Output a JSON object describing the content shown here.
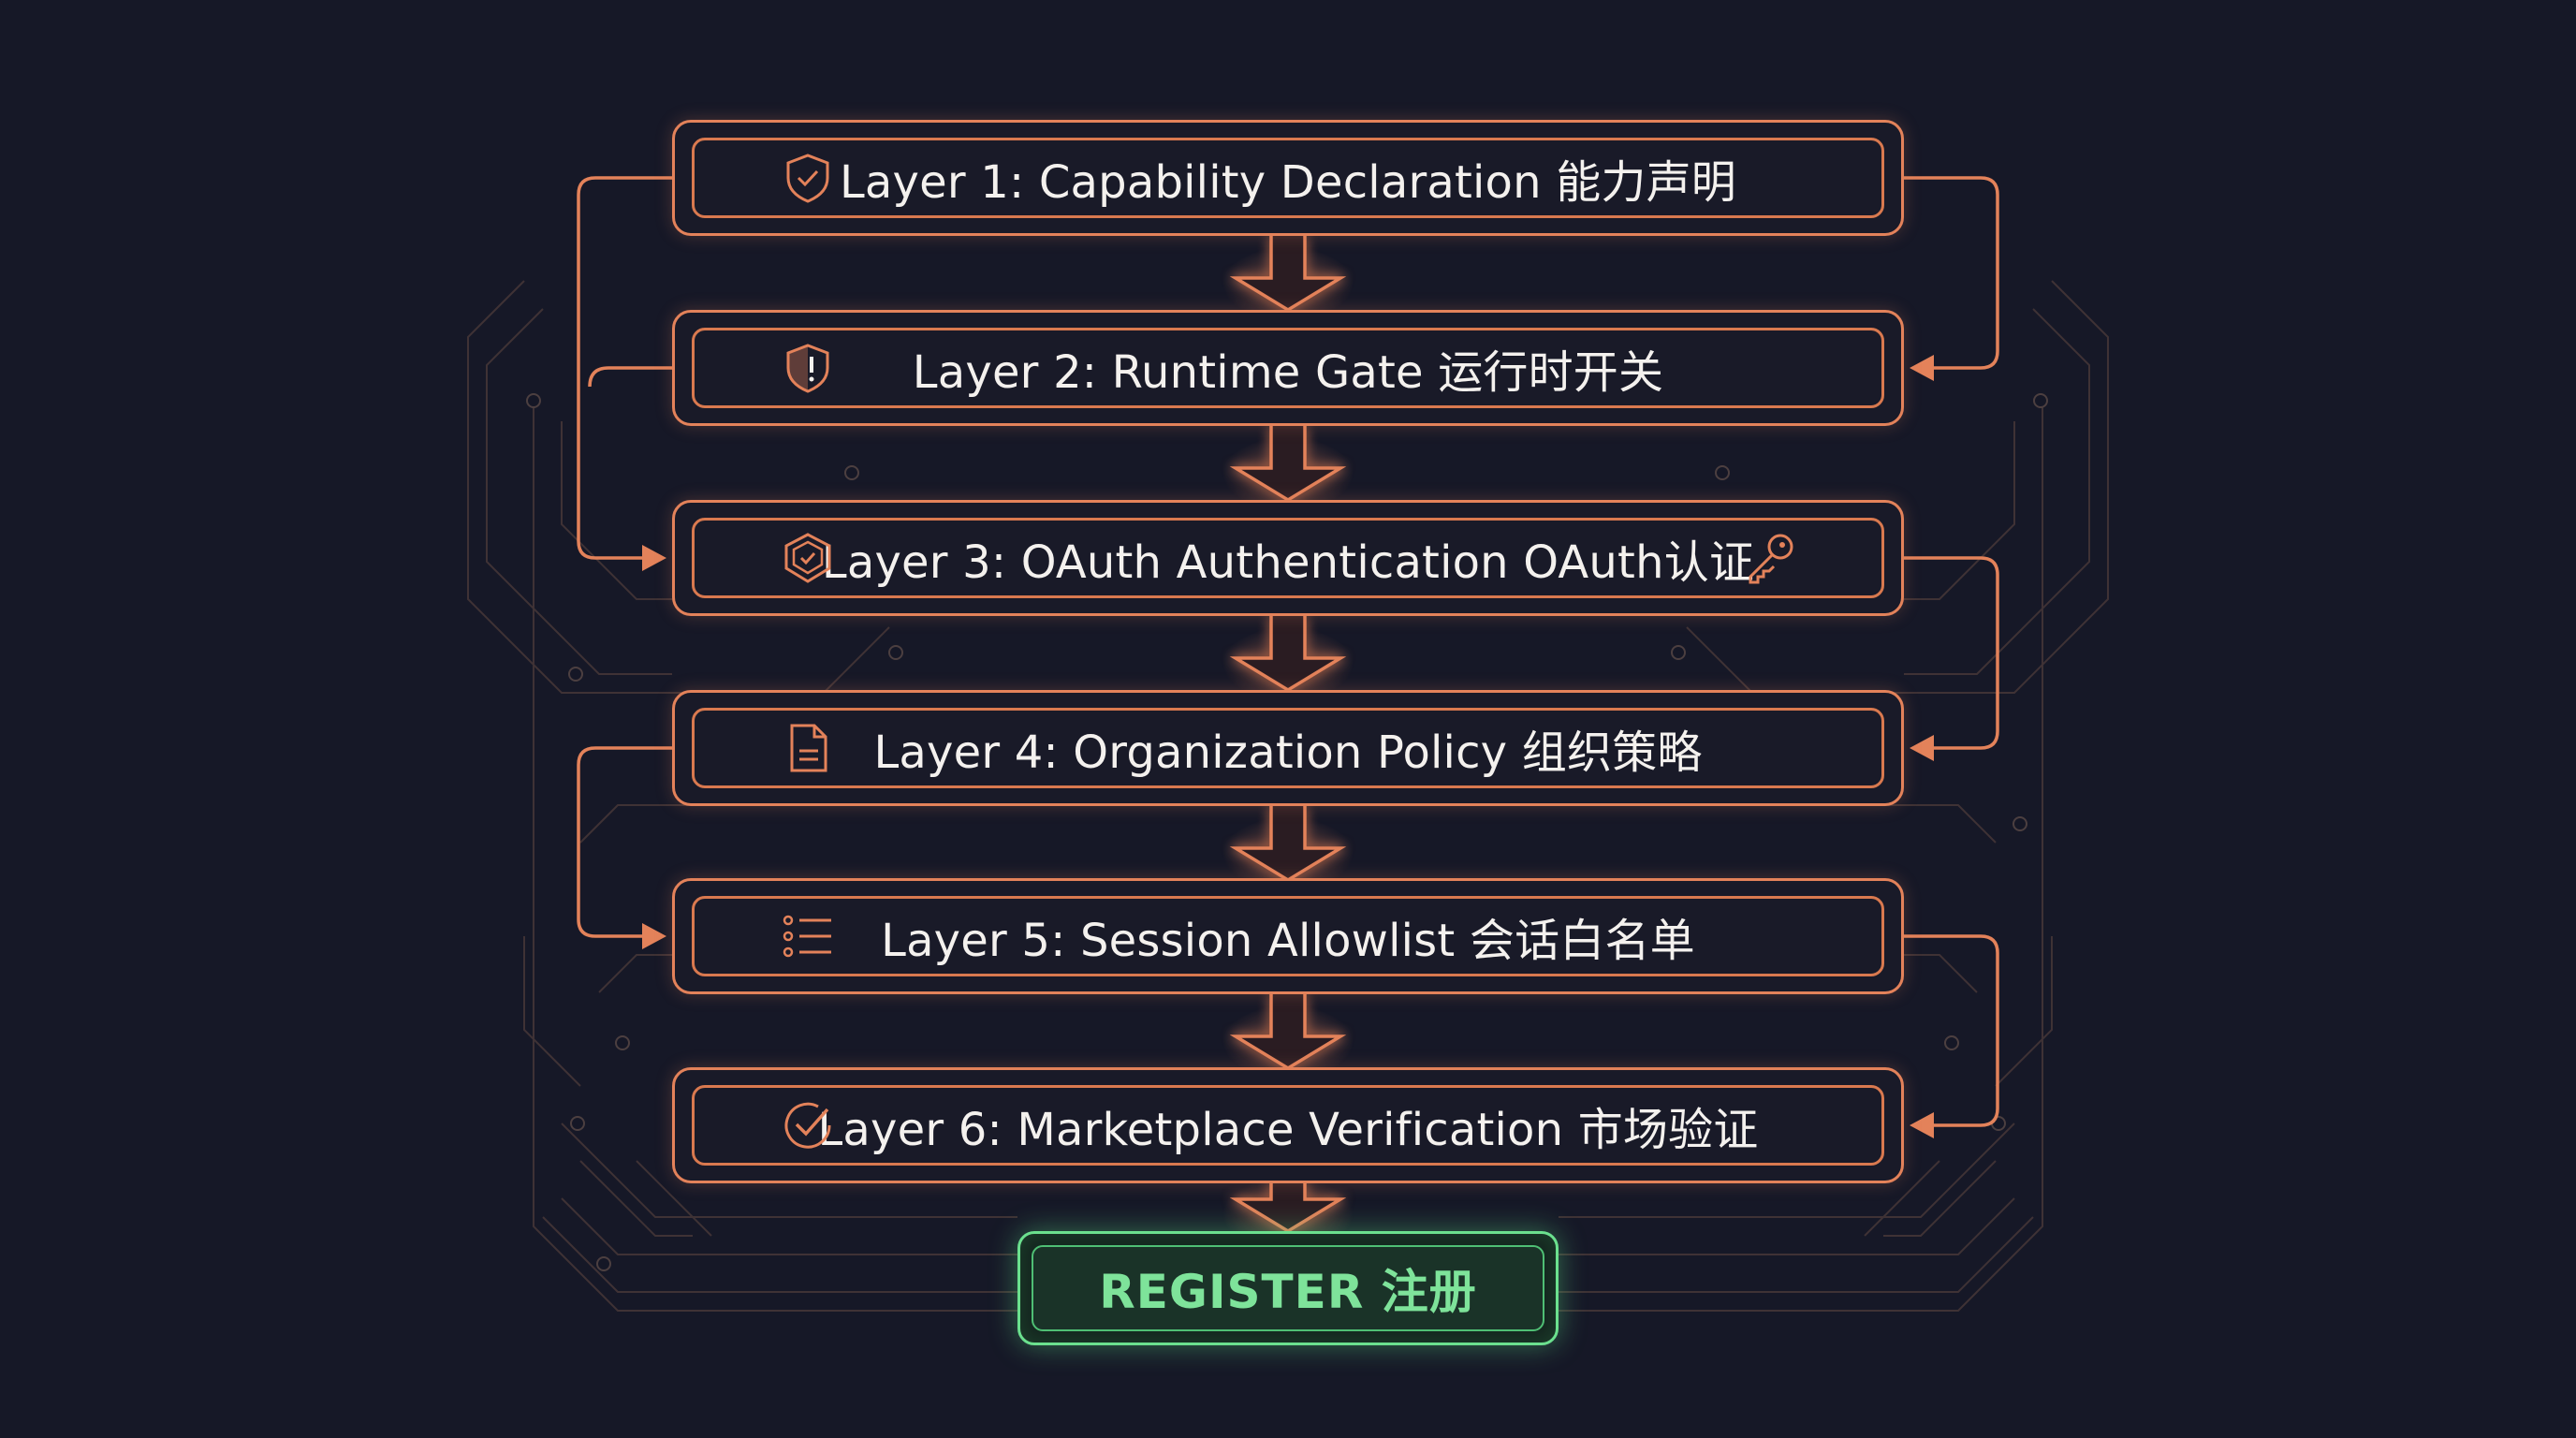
{
  "colors": {
    "background": "#161827",
    "accent": "#e3825a",
    "register_green": "#6be08e"
  },
  "layers": [
    {
      "label": "Layer 1: Capability Declaration 能力声明",
      "icon": "shield-check-icon"
    },
    {
      "label": "Layer 2: Runtime Gate 运行时开关",
      "icon": "shield-alert-icon"
    },
    {
      "label": "Layer 3: OAuth Authentication OAuth认证",
      "icon": "shield-badge-icon",
      "trailing_icon": "key-icon"
    },
    {
      "label": "Layer 4: Organization Policy 组织策略",
      "icon": "document-icon"
    },
    {
      "label": "Layer 5: Session Allowlist 会话白名单",
      "icon": "list-icon"
    },
    {
      "label": "Layer 6: Marketplace Verification 市场验证",
      "icon": "check-circle-icon"
    }
  ],
  "register": {
    "label": "REGISTER 注册"
  }
}
